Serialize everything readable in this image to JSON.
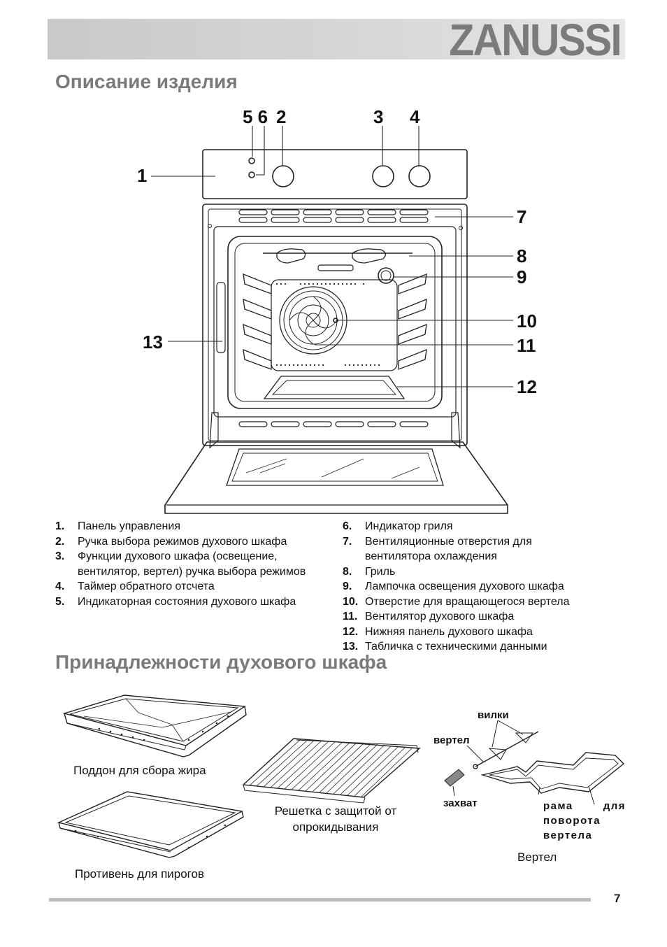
{
  "header": {
    "brand": "ZANUSSI"
  },
  "section1": {
    "title": "Описание изделия"
  },
  "callouts": {
    "c1": "1",
    "c56": "5 6",
    "c2": "2",
    "c3": "3",
    "c4": "4",
    "c7": "7",
    "c8": "8",
    "c9": "9",
    "c10": "10",
    "c11": "11",
    "c12": "12",
    "c13": "13"
  },
  "legend_left": [
    {
      "num": "1.",
      "text": "Панель управления"
    },
    {
      "num": "2.",
      "text": "Ручка выбора режимов духового шкафа"
    },
    {
      "num": "3.",
      "text": "Функции   духового   шкафа (освещение, вентилятор, вертел) ручка выбора режимов"
    },
    {
      "num": "4.",
      "text": "Таймер обратного отсчета"
    },
    {
      "num": "5.",
      "text": "Индикаторная состояния духового шкафа"
    }
  ],
  "legend_right": [
    {
      "num": "6.",
      "text": "Индикатор гриля"
    },
    {
      "num": "7.",
      "text": "Вентиляционные отверстия для вентилятора охлаждения"
    },
    {
      "num": "8.",
      "text": "Гриль"
    },
    {
      "num": "9.",
      "text": "Лампочка освещения духового шкафа"
    },
    {
      "num": "10.",
      "text": "Отверстие для вращающегося вертела"
    },
    {
      "num": "11.",
      "text": "Вентилятор духового шкафа"
    },
    {
      "num": "12.",
      "text": "Нижняя панель духового шкафа"
    },
    {
      "num": "13.",
      "text": "Табличка с техническими данными"
    }
  ],
  "section2": {
    "title": "Принадлежности духового шкафа"
  },
  "accessories": {
    "drip_tray": "Поддон для сбора жира",
    "baking_tray": "Противень для пирогов",
    "rack": "Решетка с защитой от опрокидывания",
    "spit": "Вертел",
    "forks_label": "вилки",
    "spit_label": "вертел",
    "handle_label": "захват",
    "frame_label": "рама  для поворота вертела"
  },
  "footer": {
    "page": "7"
  }
}
